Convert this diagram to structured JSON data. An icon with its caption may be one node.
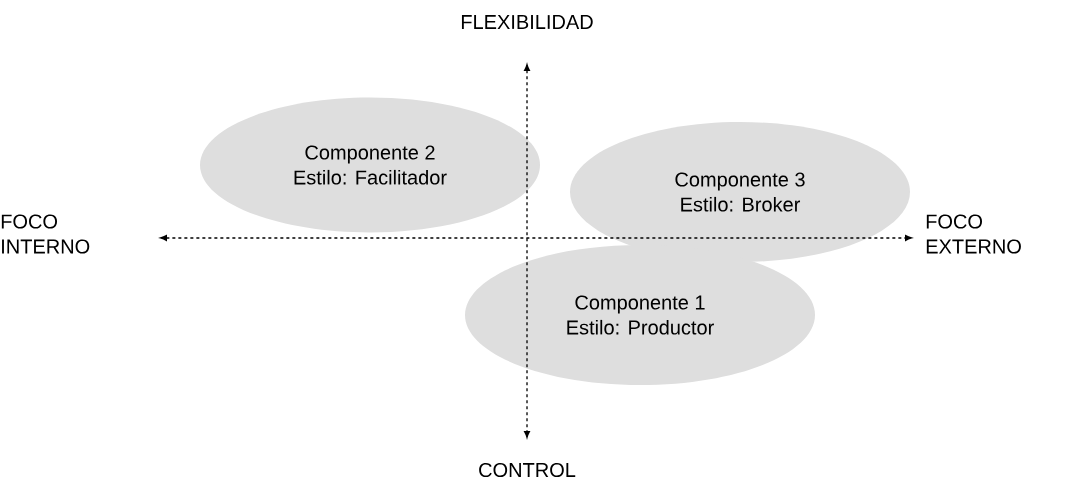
{
  "diagram": {
    "nodes": [
      {
        "text": [
          "Componente 2",
          "Estilo: Facilitador"
        ]
      },
      {
        "text": [
          "Componente 3",
          "Estilo: Broker"
        ]
      },
      {
        "text": [
          "Componente 1",
          "Estilo: Productor"
        ]
      }
    ],
    "labels": [
      "FLEXIBILIDAD",
      "FOCO INTERNO",
      "FOCO EXTERNO",
      "CONTROL"
    ]
  }
}
